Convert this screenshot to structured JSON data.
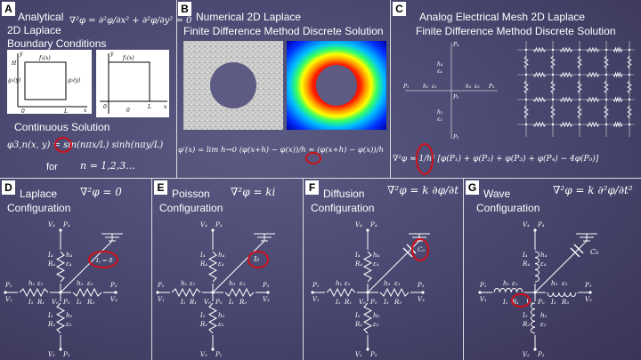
{
  "panels": {
    "A": {
      "tag": "A",
      "title": "Analytical",
      "title2": "2D Laplace",
      "title3": "Boundary Conditions",
      "equation": "∇²φ = ∂²φ/∂x² + ∂²φ/∂y² = 0",
      "fig1": {
        "top": "f₂(x)",
        "left": "g₁(y)",
        "right": "g₂(y)",
        "h": "H",
        "zero": "0",
        "l": "L",
        "x": "x",
        "y": "y"
      },
      "fig2": {
        "top": "f₁(x)",
        "zero": "0",
        "l": "L",
        "x": "x",
        "y": "y",
        "zero2": "0"
      },
      "solution_title": "Continuous Solution",
      "solution": "φ3,n(x, y) = sin(nπx/L) sinh(nπy/L)",
      "for_label": "for",
      "n_values": "n = 1,2,3..."
    },
    "B": {
      "tag": "B",
      "title": "Numerical 2D Laplace",
      "subtitle": "Finite Difference Method Discrete Solution",
      "derivative": "φ′(x) = lim h→0 (φ(x+h) − φ(x))/h ≈ (φ(x+h) − φ(x))/h"
    },
    "C": {
      "tag": "C",
      "title": "Analog Electrical Mesh 2D Laplace",
      "subtitle": "Finite Difference Method Discrete Solution",
      "equation": "∇²φ ≈ 1/h² [φ(P₁) + φ(P₂) + φ(P₃) + φ(P₄) − 4φ(P₀)]",
      "labels": {
        "p4": "P₄",
        "h4": "h₄",
        "e4": "ε₄",
        "p1": "P₁",
        "h1": "h₁",
        "e1": "ε₁",
        "h3": "h₃",
        "e3": "ε₃",
        "p3": "P₃",
        "p0": "P₀",
        "h2": "h₂",
        "e2": "ε₂",
        "p2": "P₂"
      }
    },
    "D": {
      "tag": "D",
      "title": "Laplace",
      "title2": "Configuration",
      "equation": "∇²φ = 0",
      "element": "I꜀ = 0"
    },
    "E": {
      "tag": "E",
      "title": "Poisson",
      "title2": "Configuration",
      "equation": "∇²φ = ki",
      "element": "I₀"
    },
    "F": {
      "tag": "F",
      "title": "Diffusion",
      "title2": "Configuration",
      "equation": "∇²φ = k ∂φ/∂t",
      "element": "C₀"
    },
    "G": {
      "tag": "G",
      "title": "Wave",
      "title2": "Configuration",
      "equation": "∇²φ = k ∂²φ/∂t²",
      "element": "C₀",
      "l1": "L₁",
      "l2": "L₂",
      "l3": "L₃",
      "l4": "L₄"
    }
  },
  "circuit_labels": {
    "v4": "V₄",
    "p4": "P₄",
    "i4": "I₄",
    "r4": "R₄",
    "h4": "h₄",
    "e4": "ε₄",
    "p1": "P₁",
    "v1": "V₁",
    "h1": "h₁",
    "e1": "ε₁",
    "i1": "I₁",
    "r1": "R₁",
    "v0": "V₀",
    "p0": "P₀",
    "h3": "h₃",
    "e3": "ε₃",
    "i3": "I₃",
    "r3": "R₃",
    "p3": "P₃",
    "v3": "V₃",
    "i2": "I₂",
    "r2": "R₂",
    "h2": "h₂",
    "e2": "ε₂",
    "v2": "V₂",
    "p2": "P₂"
  },
  "colors": {
    "highlight": "#d0101a",
    "divider": "#dddddd"
  }
}
